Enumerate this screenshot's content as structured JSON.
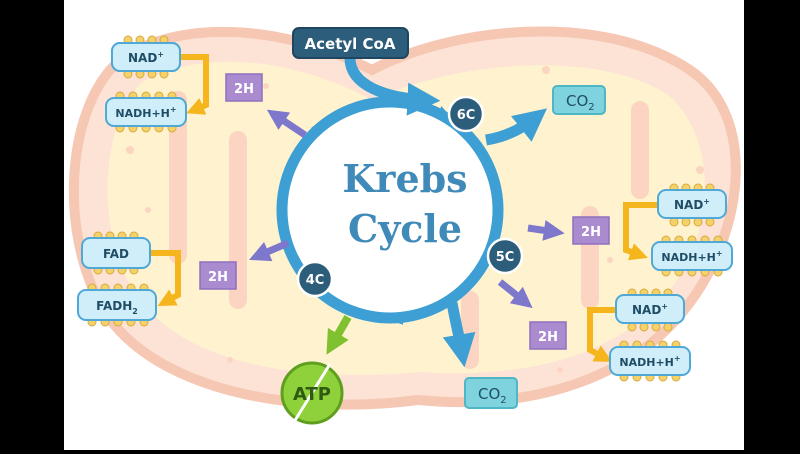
{
  "title_line1": "Krebs",
  "title_line2": "Cycle",
  "acetyl": "Acetyl CoA",
  "carbons": {
    "c6": "6C",
    "c5": "5C",
    "c4": "4C"
  },
  "co2_base": "CO",
  "co2_sub": "2",
  "two_h": "2H",
  "nad_base": "NAD",
  "nad_sup": "+",
  "nadh_base": "NADH+H",
  "nadh_sup": "+",
  "fad": "FAD",
  "fadh_base": "FADH",
  "fadh_sub": "2",
  "atp": "ATP",
  "colors": {
    "background": "#000000",
    "canvas": "#ffffff",
    "mito_outer": "#fde3d6",
    "mito_outline": "#f6c7b3",
    "mito_inner": "#fff3cf",
    "cycle_ring": "#3d9fd3",
    "node": "#2c5d7a",
    "acetyl_box": "#2c5d7a",
    "co2_box": "#7fd3df",
    "hydrogen_box": "#ab8bcf",
    "carrier_box": "#cfeefa",
    "carrier_dots": "#f3d16b",
    "yellow_arrow": "#f5b51c",
    "purple_arrow": "#7e78cc",
    "atp_green": "#7fc12f"
  }
}
